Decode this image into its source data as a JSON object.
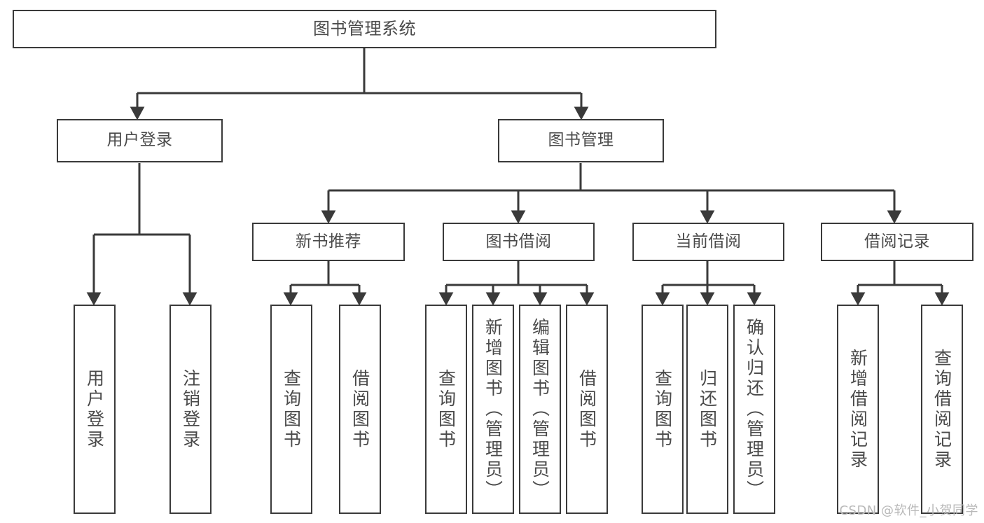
{
  "diagram": {
    "title": "图书管理系统",
    "type": "tree",
    "orientation": "top-down",
    "colors": {
      "box_border": "#3a3a3a",
      "box_fill": "#ffffff",
      "connector": "#3a3a3a",
      "text": "#4a4a4a",
      "watermark": "#b9b9b9",
      "background": "#ffffff"
    },
    "nodes": {
      "root": {
        "label": "图书管理系统"
      },
      "level2": [
        {
          "label": "用户登录"
        },
        {
          "label": "图书管理"
        }
      ],
      "level3": [
        {
          "label": "新书推荐"
        },
        {
          "label": "图书借阅"
        },
        {
          "label": "当前借阅"
        },
        {
          "label": "借阅记录"
        }
      ],
      "leaves": {
        "user_login": [
          {
            "label": "用户登录"
          },
          {
            "label": "注销登录"
          }
        ],
        "new_book_recommend": [
          {
            "label": "查询图书"
          },
          {
            "label": "借阅图书"
          }
        ],
        "book_borrow": [
          {
            "label": "查询图书"
          },
          {
            "label": "新增图书（管理员）"
          },
          {
            "label": "编辑图书（管理员）"
          },
          {
            "label": "借阅图书"
          }
        ],
        "current_borrow": [
          {
            "label": "查询图书"
          },
          {
            "label": "归还图书"
          },
          {
            "label": "确认归还（管理员）"
          }
        ],
        "borrow_record": [
          {
            "label": "新增借阅记录"
          },
          {
            "label": "查询借阅记录"
          }
        ]
      }
    }
  },
  "watermark": {
    "text": "CSDN @软件_小贺同学"
  }
}
